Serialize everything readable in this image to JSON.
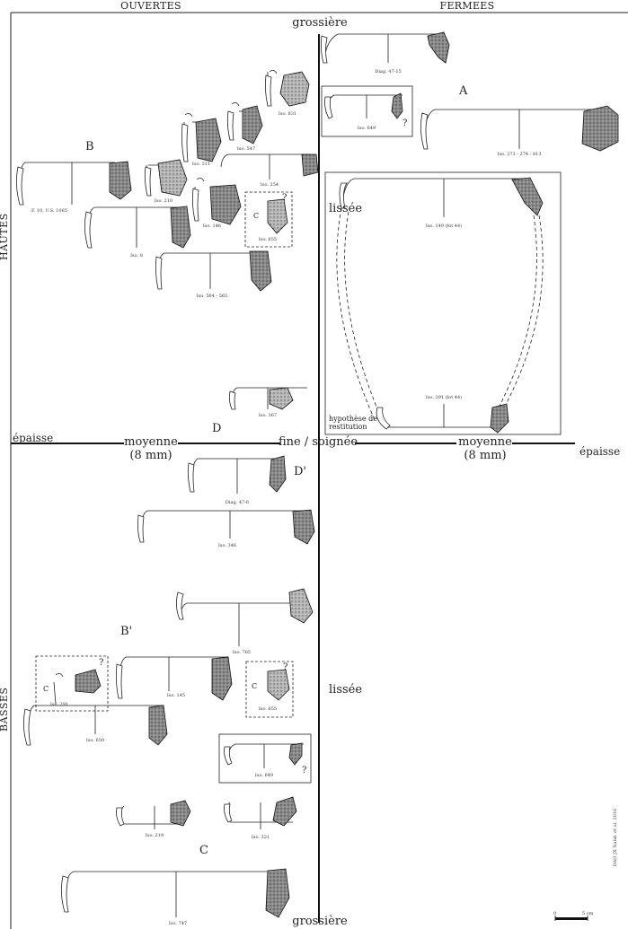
{
  "headers": {
    "left": "OUVERTES",
    "right": "FERMEES"
  },
  "side_labels": {
    "top": "HAUTES",
    "bottom": "BASSES"
  },
  "axis_labels": {
    "coarse_top": "grossière",
    "coarse_bottom": "grossière",
    "fine": "fine / soignée",
    "smoothed_top": "lissée",
    "smoothed_bottom": "lissée",
    "thick_left": "épaisse",
    "thick_right": "épaisse",
    "medium_left": "moyenne",
    "medium_left_sub": "(8 mm)",
    "medium_right": "moyenne",
    "medium_right_sub": "(8 mm)"
  },
  "groups": {
    "A": "A",
    "B": "B",
    "B_prime": "B'",
    "C": "C",
    "D": "D",
    "D_prime": "D'"
  },
  "refs": {
    "diag4715": "Diag. 47-15",
    "iso831": "Iso. 831",
    "iso649_top": "Iso. 649",
    "iso273": "Iso. 273 - 274 - 813",
    "iso547": "Iso. 547",
    "iso311": "Iso. 311",
    "iso254": "Iso. 254",
    "iso210": "Iso. 210",
    "f10": "F. 10, U.S. 1065",
    "iso146": "Iso. 146",
    "iso655_top": "Iso. 655",
    "iso8": "Iso. 8",
    "iso564": "Iso. 564 - 565",
    "iso367": "Iso. 367",
    "iso149": "Iso. 149 (lot 44)",
    "iso291lot": "Iso. 291 (lot 44)",
    "diag476": "Diag. 47-6",
    "iso346": "Iso. 346",
    "iso765": "Iso. 765",
    "iso291": "Iso. 291",
    "iso145": "Iso. 145",
    "iso655_bottom": "Iso. 655",
    "iso650": "Iso. 650",
    "iso649_bottom": "Iso. 649",
    "iso219": "Iso. 219",
    "iso321": "Iso. 321",
    "iso747": "Iso. 747"
  },
  "notes": {
    "restitution": "hypothèse de restitution",
    "question": "?",
    "c_mark": "C",
    "scale_zero": "0",
    "scale_five": "5 cm",
    "credit": "DAO JX Nabd. et al. 2016"
  }
}
